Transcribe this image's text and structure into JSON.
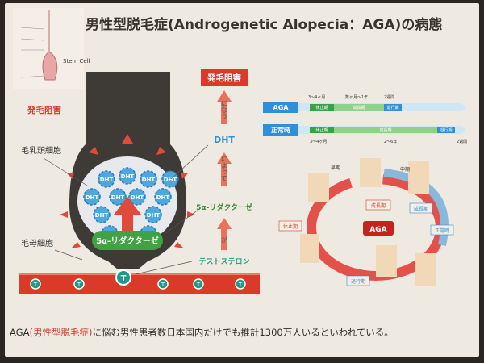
{
  "slide": {
    "title": "男性型脱毛症(Androgenetic Alopecia：AGA)の病態",
    "bottom_prefix": "AGA",
    "bottom_highlight": "(男性型脱毛症)",
    "bottom_suffix": "に悩む男性患者数日本国内だけでも推計1300万人いるといわれている。"
  },
  "left": {
    "stem_cell": "Stem Cell",
    "hair_growth_inhibition_left": "発毛阻害",
    "dermal_papilla": "毛乳頭細胞",
    "hair_matrix": "毛母細胞",
    "dht_molecule": "DHT",
    "dht_count": 12,
    "enzyme_inside": "5α-リダクターゼ",
    "testosterone_mark": "T"
  },
  "flow": {
    "result": "発毛阻害",
    "naru": "になり",
    "dht": "DHT",
    "niyotte": "によって",
    "enzyme": "5α-リダクターゼ",
    "ga": "が",
    "testosterone": "テストステロン"
  },
  "right": {
    "aga_label": "AGA",
    "normal_label": "正常時",
    "resting_phase": "休止期",
    "growth_phase": "成長期",
    "regression_phase": "退行期",
    "short_growth": "数ヶ月～1年",
    "long_growth": "2～6年",
    "rest_duration": "3～4ヶ月",
    "regress_duration": "2週間",
    "cycle_center": "AGA",
    "early_growth": "早期",
    "mid_growth": "中期",
    "growth": "成長期",
    "normal_time": "正常時",
    "rest": "休止期",
    "regress": "退行期"
  },
  "colors": {
    "red": "#d93a2a",
    "blue": "#2f8fd8",
    "green": "#37a347",
    "teal": "#25a394"
  }
}
